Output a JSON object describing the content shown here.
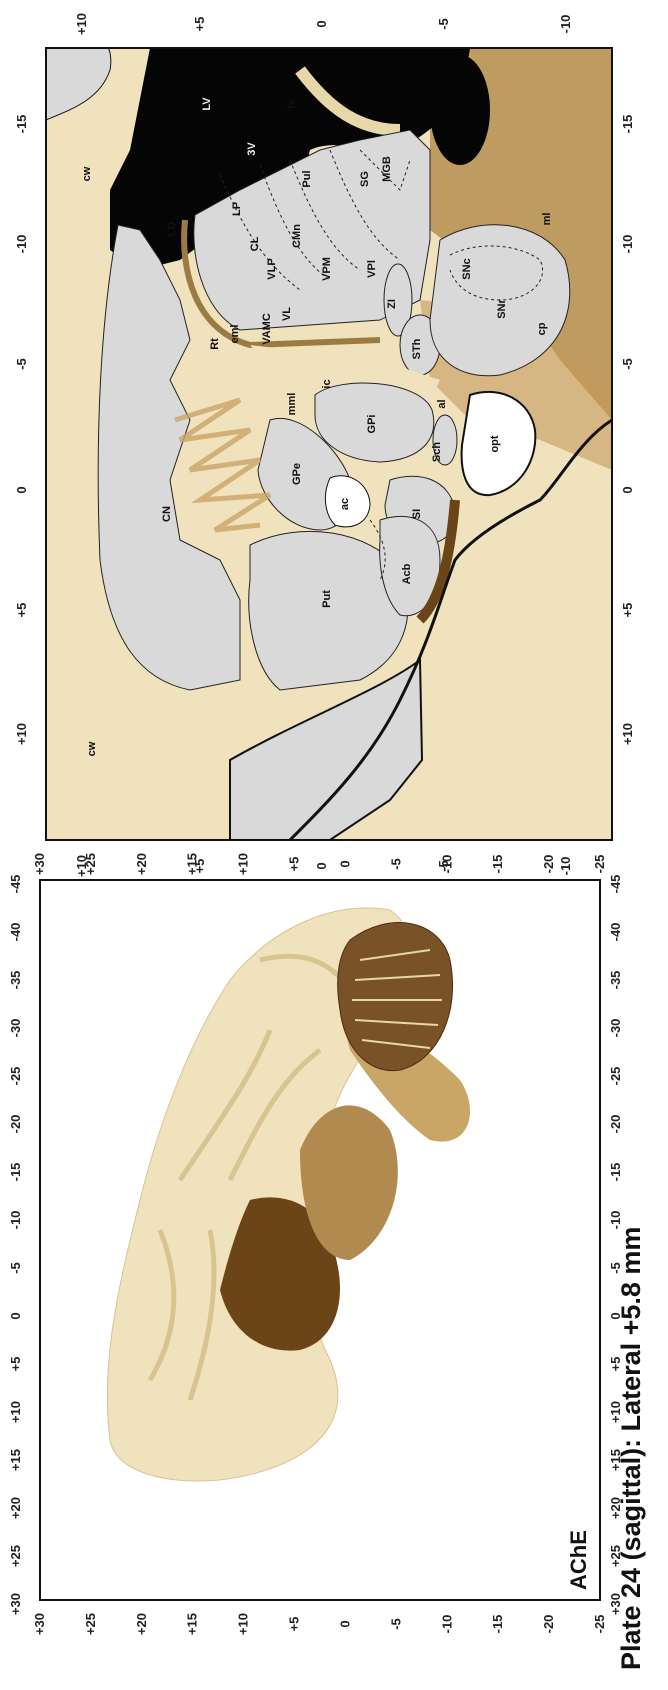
{
  "title": "Plate 24 (sagittal): Lateral +5.8 mm",
  "stain_label": "AChE",
  "colors": {
    "tissue_light": "#efe2bd",
    "tissue_mid": "#c9a566",
    "tissue_dark": "#6b4418",
    "region_fill": "#d9d9d9",
    "ventricle": "#050505",
    "background": "#ffffff"
  },
  "panels": {
    "detail": {
      "axis_main": [
        "-15",
        "-10",
        "-5",
        "0",
        "+5",
        "+10"
      ],
      "axis_cross": [
        "+10",
        "+5",
        "0",
        "-5",
        "-10"
      ],
      "labels": {
        "LV": "LV",
        "cw_top": "cw",
        "cw_bottom": "cw",
        "fx": "fx",
        "3V": "3V",
        "LD": "LD",
        "LP": "LP",
        "Pul": "Pul",
        "SG": "SG",
        "MGB": "MGB",
        "CL": "CL",
        "CMn": "CMn",
        "VLP": "VLP",
        "VPM": "VPM",
        "VPl": "VPl",
        "VL": "VL",
        "ZI": "ZI",
        "Rt": "Rt",
        "eml": "eml",
        "VAMC": "VAMC",
        "STh": "STh",
        "SNc": "SNc",
        "SNr": "SNr",
        "ml": "ml",
        "cp": "cp",
        "ic": "ic",
        "mml": "mml",
        "al": "al",
        "GPi": "GPi",
        "opt": "opt",
        "Sch": "Sch",
        "GPe": "GPe",
        "ac": "ac",
        "SI": "SI",
        "CN": "CN",
        "Acb": "Acb",
        "Put": "Put"
      }
    },
    "overview": {
      "axis_main": [
        "+30",
        "+25",
        "+20",
        "+15",
        "+10",
        "+5",
        "0",
        "-5",
        "-10",
        "-15",
        "-20",
        "-25",
        "-30",
        "-35",
        "-40",
        "-45"
      ],
      "axis_cross": [
        "+30",
        "+25",
        "+20",
        "+15",
        "+10",
        "+5",
        "0",
        "-5",
        "-10",
        "-15",
        "-20",
        "-25"
      ]
    }
  }
}
